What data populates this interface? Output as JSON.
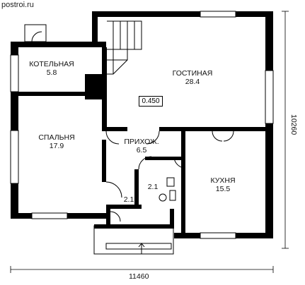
{
  "site": "postroi.ru",
  "rooms": [
    {
      "name": "КОТЕЛЬНАЯ",
      "area": "5.8"
    },
    {
      "name": "ГОСТИНАЯ",
      "area": "28.4"
    },
    {
      "name": "СПАЛЬНЯ",
      "area": "17.9"
    },
    {
      "name": "ПРИХОЖ.",
      "area": "6.5"
    },
    {
      "name": "КУХНЯ",
      "area": "15.5"
    }
  ],
  "small_areas": [
    "2.1",
    "2.1"
  ],
  "elevation": "0.450",
  "dimensions": {
    "width": "11460",
    "height": "10260"
  }
}
